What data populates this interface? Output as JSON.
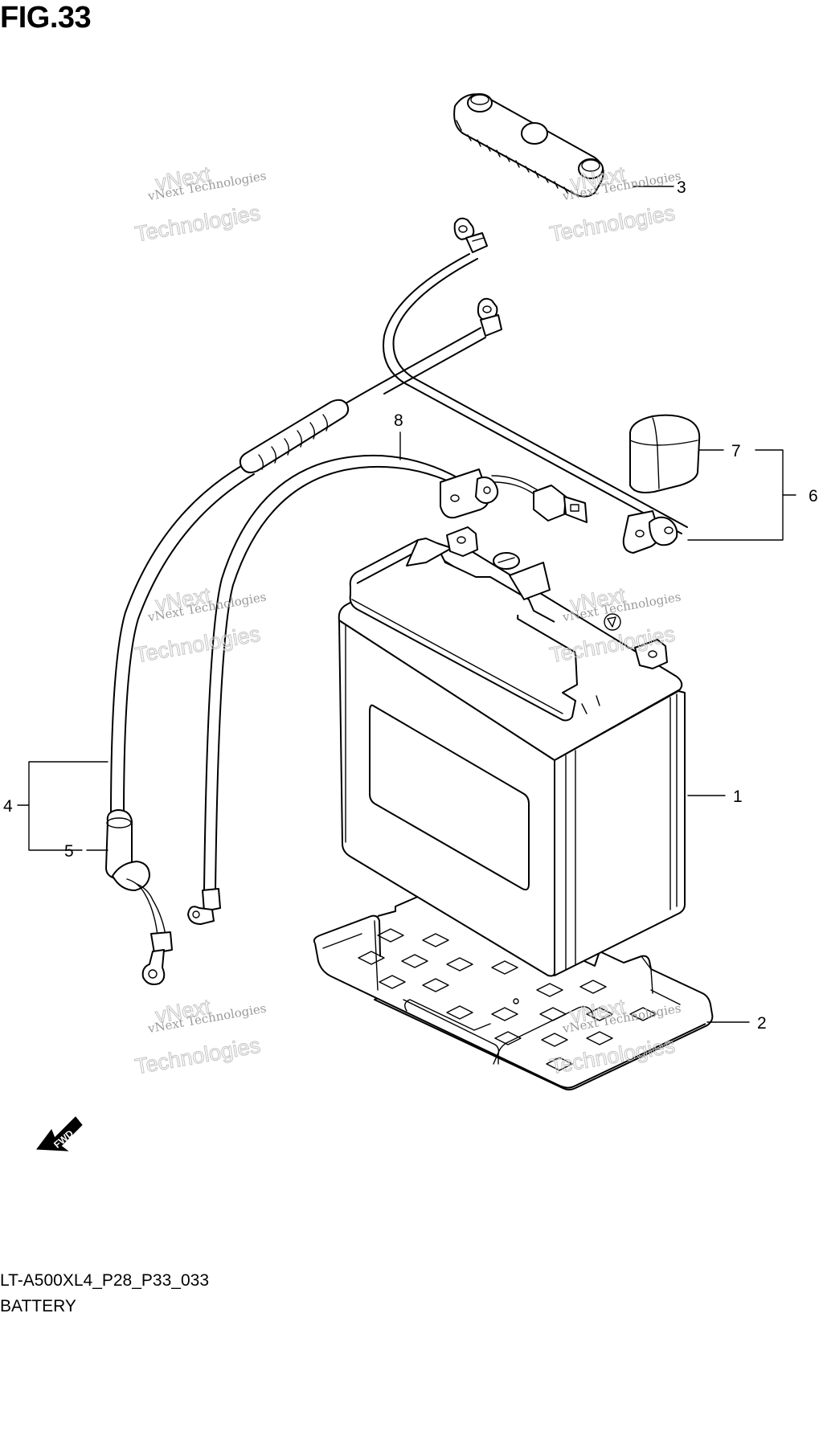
{
  "figure": {
    "title": "FIG.33",
    "model_code": "LT-A500XL4_P28_P33_033",
    "section_name": "BATTERY"
  },
  "callouts": [
    {
      "id": "battery",
      "number": "1"
    },
    {
      "id": "battery-tray",
      "number": "2"
    },
    {
      "id": "battery-band",
      "number": "3"
    },
    {
      "id": "negative-cable-assembly",
      "number": "4"
    },
    {
      "id": "cable-boot",
      "number": "5"
    },
    {
      "id": "positive-cable-assembly",
      "number": "6"
    },
    {
      "id": "terminal-cover",
      "number": "7"
    },
    {
      "id": "wiring-lead",
      "number": "8"
    }
  ],
  "direction_arrow": {
    "label": "FWD"
  },
  "watermark": {
    "line1": "vNext Technologies",
    "line2": "vNext",
    "line3": "Technologies"
  }
}
